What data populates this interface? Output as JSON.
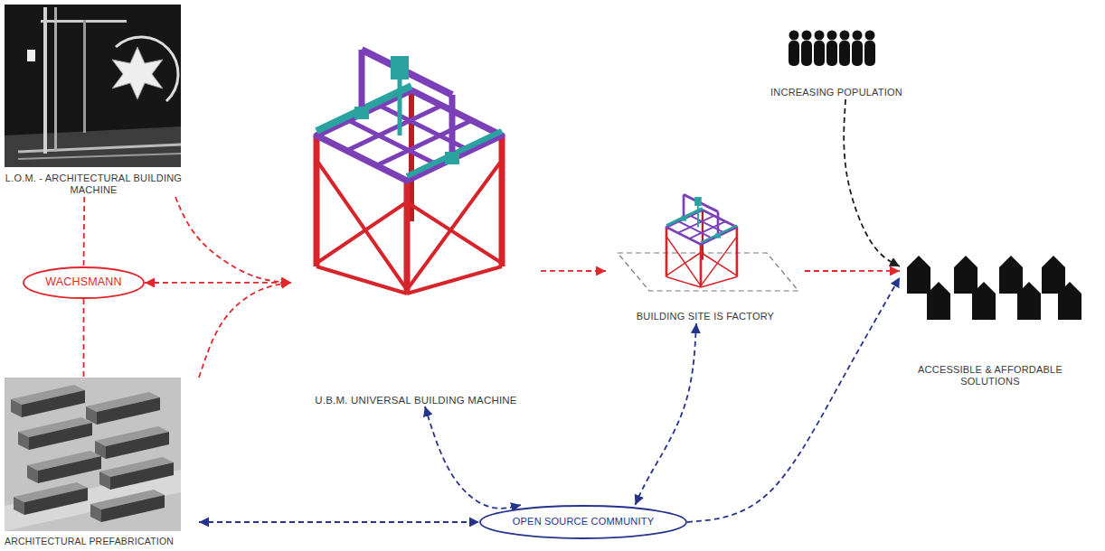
{
  "diagram": {
    "nodes": [
      {
        "text": [
          "L.O.M. - ARCHITECTURAL BUILDING MACHINE"
        ]
      },
      {
        "text": [
          "WACHSMANN"
        ]
      },
      {
        "text": [
          "ARCHITECTURAL PREFABRICATION"
        ]
      },
      {
        "text": [
          "U.B.M. UNIVERSAL BUILDING MACHINE"
        ]
      },
      {
        "text": [
          "BUILDING SITE IS FACTORY"
        ]
      },
      {
        "text": [
          "INCREASING POPULATION"
        ]
      },
      {
        "text": [
          "ACCESSIBLE & AFFORDABLE SOLUTIONS"
        ]
      },
      {
        "text": [
          "OPEN SOURCE COMMUNITY"
        ]
      }
    ],
    "edges": [
      {
        "from": 0,
        "to": 3,
        "arrow": "to"
      },
      {
        "from": 2,
        "to": 3,
        "arrow": "to"
      },
      {
        "from": 1,
        "to": 3,
        "arrow": "both"
      },
      {
        "from": 0,
        "to": 1,
        "arrow": "none"
      },
      {
        "from": 1,
        "to": 2,
        "arrow": "none"
      },
      {
        "from": 3,
        "to": 4,
        "arrow": "to"
      },
      {
        "from": 4,
        "to": 6,
        "arrow": "to"
      },
      {
        "from": 5,
        "to": 6,
        "arrow": "to"
      },
      {
        "from": 3,
        "to": 7,
        "arrow": "both"
      },
      {
        "from": 4,
        "to": 7,
        "arrow": "both"
      },
      {
        "from": 2,
        "to": 7,
        "arrow": "both"
      },
      {
        "from": 7,
        "to": 6,
        "arrow": "to"
      }
    ]
  }
}
